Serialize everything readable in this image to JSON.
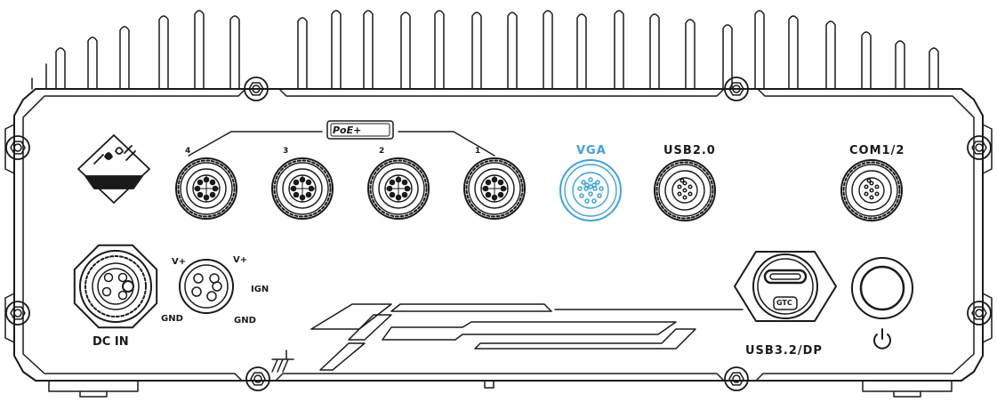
{
  "labels": {
    "poe": "PoE+",
    "port_4": "4",
    "port_3": "3",
    "port_2": "2",
    "port_1": "1",
    "vga": "VGA",
    "usb20": "USB2.0",
    "com": "COM1/2",
    "dc_in": "DC IN",
    "v_plus_left": "V+",
    "v_plus_right": "V+",
    "ign": "IGN",
    "gnd_left": "GND",
    "gnd_right": "GND",
    "usb32": "USB3.2/DP",
    "gtc": "GTC"
  },
  "colors": {
    "stroke": "#1a1a1a",
    "highlight": "#3aa4e0",
    "background": "#ffffff"
  },
  "icons": {
    "power": "power-icon",
    "ground": "chassis-ground-icon",
    "logo": "waterproof-logo-icon"
  }
}
